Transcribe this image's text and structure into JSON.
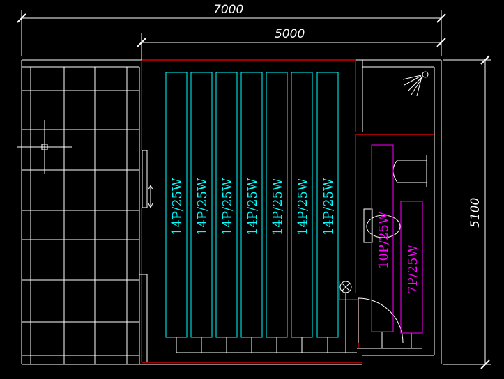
{
  "dimensions": {
    "overall_width": "7000",
    "room_width": "5000",
    "room_height": "5100"
  },
  "heater_panels": {
    "cyan_label": "14P/25W",
    "cyan_count": 7,
    "magenta_labels": [
      "10P/25W",
      "7P/25W"
    ]
  },
  "colors": {
    "background": "#000000",
    "lines": "#ffffff",
    "walls": "#ff0000",
    "heater_cyan": "#00ffff",
    "heater_magenta": "#ff00ff"
  }
}
